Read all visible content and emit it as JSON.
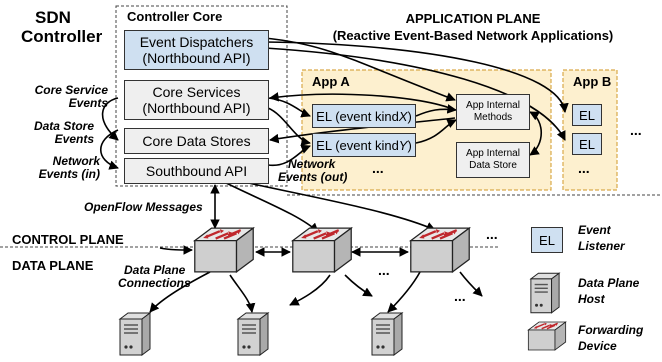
{
  "controller": {
    "title_line1": "SDN",
    "title_line2": "Controller",
    "core_title": "Controller Core",
    "event_dispatchers_line1": "Event Dispatchers",
    "event_dispatchers_line2": "(Northbound API)",
    "core_services_line1": "Core Services",
    "core_services_line2": "(Northbound API)",
    "core_data_stores": "Core Data Stores",
    "southbound_api": "Southbound API"
  },
  "event_labels": {
    "core_service_line1": "Core Service",
    "core_service_line2": "Events",
    "data_store_line1": "Data Store",
    "data_store_line2": "Events",
    "network_in_line1": "Network",
    "network_in_line2": "Events (in)",
    "network_out_line1": "Network",
    "network_out_line2": "Events (out)"
  },
  "app_plane": {
    "title_line1": "APPLICATION PLANE",
    "title_line2": "(Reactive Event-Based Network Applications)"
  },
  "app_a": {
    "title": "App A",
    "el_x": "EL (event kind ",
    "el_x_var": "X",
    "el_x_close": ")",
    "el_y": "EL (event kind ",
    "el_y_var": "Y",
    "el_y_close": ")",
    "ellipsis": "...",
    "internal_methods_line1": "App Internal",
    "internal_methods_line2": "Methods",
    "internal_store_line1": "App Internal",
    "internal_store_line2": "Data Store"
  },
  "app_b": {
    "title": "App B",
    "el1": "EL",
    "el2": "EL",
    "ellipsis": "..."
  },
  "apps_ellipsis": "...",
  "openflow": "OpenFlow Messages",
  "control_plane": "CONTROL PLANE",
  "data_plane": "DATA PLANE",
  "data_plane_conn_line1": "Data Plane",
  "data_plane_conn_line2": "Connections",
  "switch_ellipsis1": "...",
  "switch_ellipsis2": "...",
  "host_ellipsis": "...",
  "legend": {
    "el_box": "EL",
    "el_line1": "Event",
    "el_line2": "Listener",
    "host_line1": "Data Plane",
    "host_line2": "Host",
    "fwd_line1": "Forwarding",
    "fwd_line2": "Device"
  },
  "colors": {
    "event_box": "#cfe0f1",
    "service_box": "#efefef",
    "app_bg": "#fdf0cf",
    "app_border": "#d9a94a",
    "switch_arrow": "#c0282d"
  }
}
